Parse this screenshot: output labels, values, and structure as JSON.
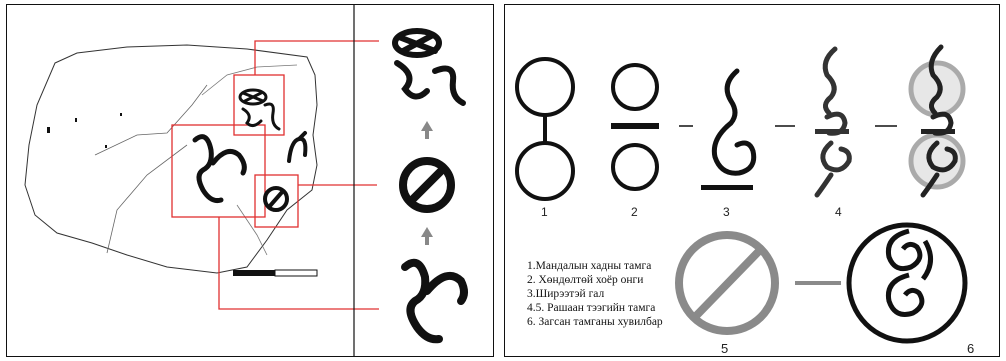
{
  "left_panel": {
    "scale_bar": "scale bar"
  },
  "right_panel": {
    "numbers": [
      "1",
      "2",
      "3",
      "4",
      "5",
      "6"
    ],
    "legend": [
      "1.Мандалын хадны тамга",
      "2. Хөндөлтөй хоёр онги",
      "3.Ширээтэй  гал",
      "4.5. Рашаан тээгийн тамга",
      "6. Загсан тамганы хувилбар"
    ]
  },
  "colors": {
    "highlight_box": "#e03030",
    "ink": "#111111",
    "gray_overlay": "#808080"
  }
}
